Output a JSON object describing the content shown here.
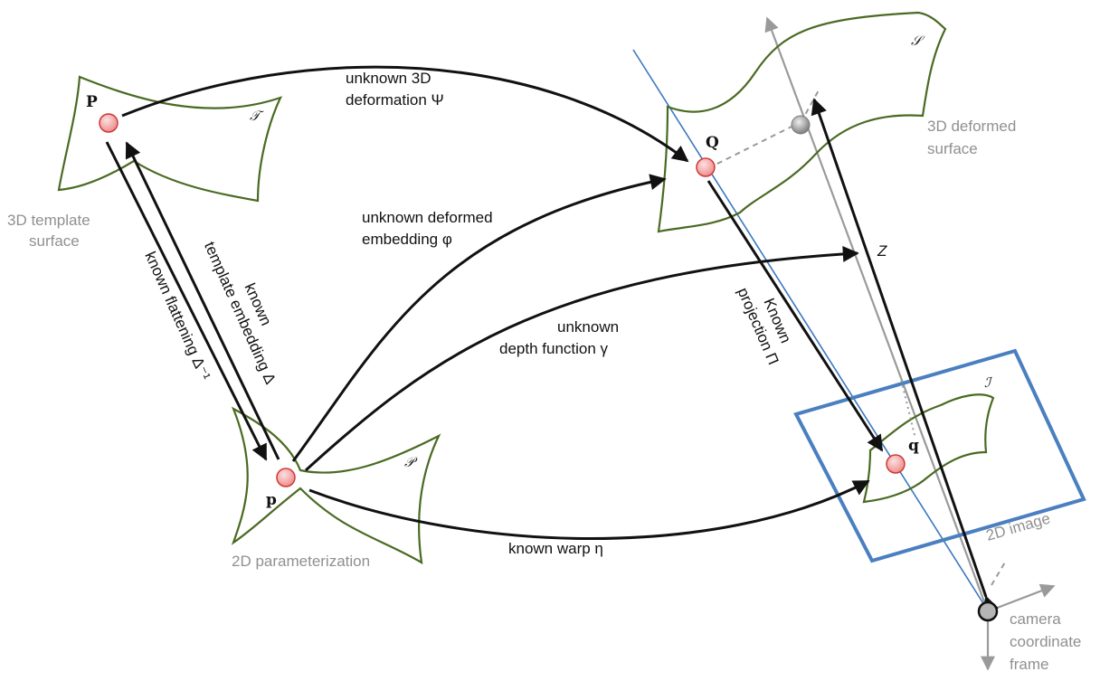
{
  "colors": {
    "surface": "#4a6a22",
    "image_frame": "#4a7fc0",
    "blue_ray": "#3b78c0",
    "grey_axis": "#9a9a9a",
    "point_fill": "#f4a8a8",
    "point_stroke": "#d03838",
    "arrow": "#111111"
  },
  "points": {
    "P": "P",
    "Q": "Q",
    "p": "p",
    "q": "q"
  },
  "surface_symbols": {
    "T": "𝒯",
    "S": "𝒮",
    "P": "𝒫",
    "I": "ℐ"
  },
  "captions": {
    "template_surface": [
      "3D template",
      "surface"
    ],
    "deformed_surface": [
      "3D deformed",
      "surface"
    ],
    "parameterization": "2D parameterization",
    "image": "2D image",
    "camera_frame": [
      "camera",
      "coordinate",
      "frame"
    ]
  },
  "arrows": {
    "deformation": [
      "unknown 3D",
      "deformation Ψ"
    ],
    "embedding": [
      "unknown deformed",
      "embedding φ"
    ],
    "depth": [
      "unknown",
      "depth function γ"
    ],
    "warp": "known warp η",
    "projection": [
      "Known",
      "projection Π"
    ],
    "template_embedding": [
      "known",
      "template embedding Δ"
    ],
    "flattening": "known flattening Δ⁻¹",
    "depth_axis": "Z"
  }
}
